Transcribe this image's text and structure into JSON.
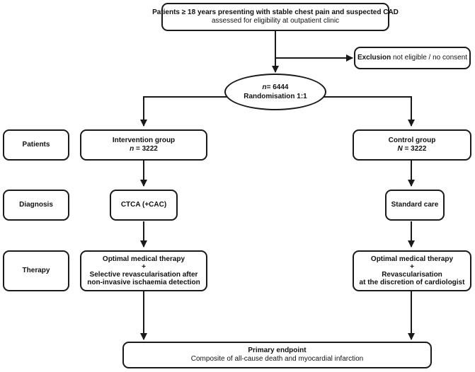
{
  "top_box": {
    "line1": "Patients ≥ 18 years presenting with stable chest pain and suspected CAD",
    "line2": "assessed for eligibility at outpatient clinic"
  },
  "exclusion": {
    "bold": "Exclusion",
    "rest": " not eligible / no consent"
  },
  "randomisation": {
    "n_symbol": "n",
    "n_value": "= 6444",
    "label": "Randomisation  1:1"
  },
  "stages": {
    "patients": "Patients",
    "diagnosis": "Diagnosis",
    "therapy": "Therapy"
  },
  "intervention": {
    "title": "Intervention group",
    "n_symbol": "n",
    "n_value": " = 3222",
    "diagnosis": "CTCA (+CAC)",
    "therapy_line1": "Optimal medical therapy",
    "therapy_line2": "+",
    "therapy_line3": "Selective revascularisation after",
    "therapy_line4": "non-invasive ischaemia detection"
  },
  "control": {
    "title": "Control group",
    "n_symbol": "N",
    "n_value": " = 3222",
    "diagnosis": "Standard care",
    "therapy_line1": "Optimal medical therapy",
    "therapy_line2": "+",
    "therapy_line3": "Revascularisation",
    "therapy_line4": "at the discretion of cardiologist"
  },
  "endpoint": {
    "title": "Primary endpoint",
    "subtitle": "Composite of all-cause death and myocardial infarction"
  }
}
